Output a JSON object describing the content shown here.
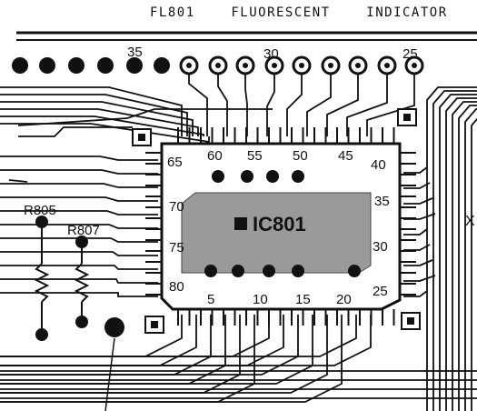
{
  "title": "FL801    FLUORESCENT    INDICATOR",
  "ic": {
    "label": "IC801"
  },
  "top_pin_numbers": [
    "35",
    "30",
    "25"
  ],
  "ic_top_numbers": [
    "65",
    "60",
    "55",
    "50",
    "45",
    "40"
  ],
  "ic_left_numbers": [
    "70",
    "75",
    "80"
  ],
  "ic_right_numbers": [
    "35",
    "30",
    "25"
  ],
  "ic_bottom_numbers": [
    "5",
    "10",
    "15",
    "20"
  ],
  "resistors": [
    "R805",
    "R807"
  ],
  "edge_label": "X"
}
